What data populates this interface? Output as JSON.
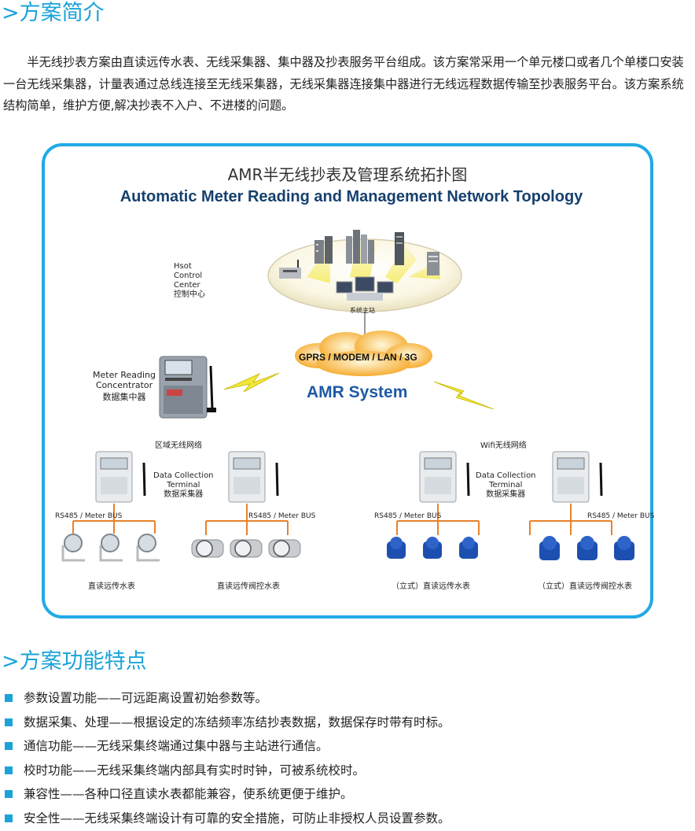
{
  "section1": {
    "title": ">方案简介"
  },
  "intro": "半无线抄表方案由直读远传水表、无线采集器、集中器及抄表服务平台组成。该方案常采用一个单元楼口或者几个单楼口安装一台无线采集器，计量表通过总线连接至无线采集器，无线采集器连接集中器进行无线远程数据传输至抄表服务平台。该方案系统结构简单，维护方便,解决抄表不入户、不进楼的问题。",
  "diagram": {
    "title_cn": "AMR半无线抄表及管理系统拓扑图",
    "title_en": "Automatic Meter Reading and Management Network Topology",
    "control_center": {
      "en1": "Hsot",
      "en2": "Control",
      "en3": "Center",
      "cn": "控制中心"
    },
    "master_station": "系统主站",
    "cloud": "GPRS / MODEM / LAN / 3G",
    "amr_system": "AMR System",
    "concentrator": {
      "en1": "Meter Reading",
      "en2": "Concentrator",
      "cn": "数据集中器"
    },
    "network_left": "区域无线网络",
    "network_right": "Wifi无线网络",
    "terminal": {
      "en1": "Data Collection",
      "en2": "Terminal",
      "cn": "数据采集器"
    },
    "bus_label": "RS485 / Meter BUS",
    "groups": [
      {
        "caption": "直读远传水表"
      },
      {
        "caption": "直读远传阀控水表"
      },
      {
        "caption": "（立式）直读远传水表"
      },
      {
        "caption": "（立式）直读远传阀控水表"
      }
    ]
  },
  "section2": {
    "title": ">方案功能特点"
  },
  "features": [
    "参数设置功能——可远距离设置初始参数等。",
    "数据采集、处理——根据设定的冻结频率冻结抄表数据，数据保存时带有时标。",
    "通信功能——无线采集终端通过集中器与主站进行通信。",
    "校时功能——无线采集终端内部具有实时时钟，可被系统校时。",
    "兼容性——各种口径直读水表都能兼容，使系统更便于维护。",
    "安全性——无线采集终端设计有可靠的安全措施，可防止非授权人员设置参数。"
  ],
  "colors": {
    "accent": "#1aa3d9",
    "frame": "#22a9e6",
    "bus": "#e8822a",
    "amr": "#1d5aa5",
    "cloud": "#f5a623"
  }
}
